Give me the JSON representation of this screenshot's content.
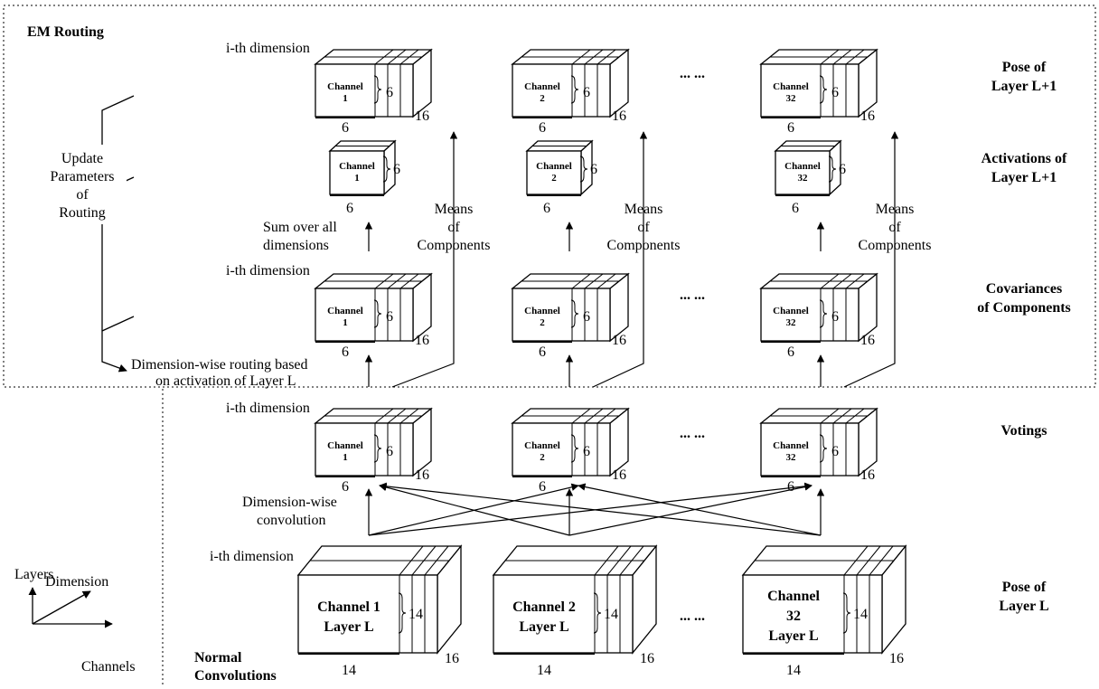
{
  "regions": {
    "em_routing_label": "EM Routing",
    "normal_conv_label_1": "Normal",
    "normal_conv_label_2": "Convolutions"
  },
  "row_labels": {
    "pose_next_1": "Pose of",
    "pose_next_2": "Layer L+1",
    "act_next_1": "Activations of",
    "act_next_2": "Layer L+1",
    "cov_1": "Covariances",
    "cov_2": "of Components",
    "votings": "Votings",
    "pose_l_1": "Pose of",
    "pose_l_2": "Layer L"
  },
  "side_labels": {
    "update_1": "Update",
    "update_2": "Parameters",
    "update_3": "of",
    "update_4": "Routing",
    "i_th_dimension": "i-th dimension",
    "sum_over_1": "Sum over all",
    "sum_over_2": "dimensions",
    "means_1": "Means",
    "means_2": "of",
    "means_3": "Components",
    "dim_routing_1": "Dimension-wise routing based",
    "dim_routing_2": "on activation of Layer L",
    "dim_conv_1": "Dimension-wise",
    "dim_conv_2": "convolution",
    "ellipsis": "... ..."
  },
  "axes": {
    "layers": "Layers",
    "dimension": "Dimension",
    "channels": "Channels"
  },
  "channels_small": [
    "1",
    "2",
    "32"
  ],
  "channel_word": "Channel",
  "dims": {
    "six": "6",
    "sixteen": "16",
    "fourteen": "14"
  },
  "pose_l_boxes": [
    {
      "line1": "Channel 1",
      "line2": "Layer L",
      "line3": ""
    },
    {
      "line1": "Channel 2",
      "line2": "Layer L",
      "line3": ""
    },
    {
      "line1": "Channel",
      "line2": "32",
      "line3": "Layer L"
    }
  ]
}
